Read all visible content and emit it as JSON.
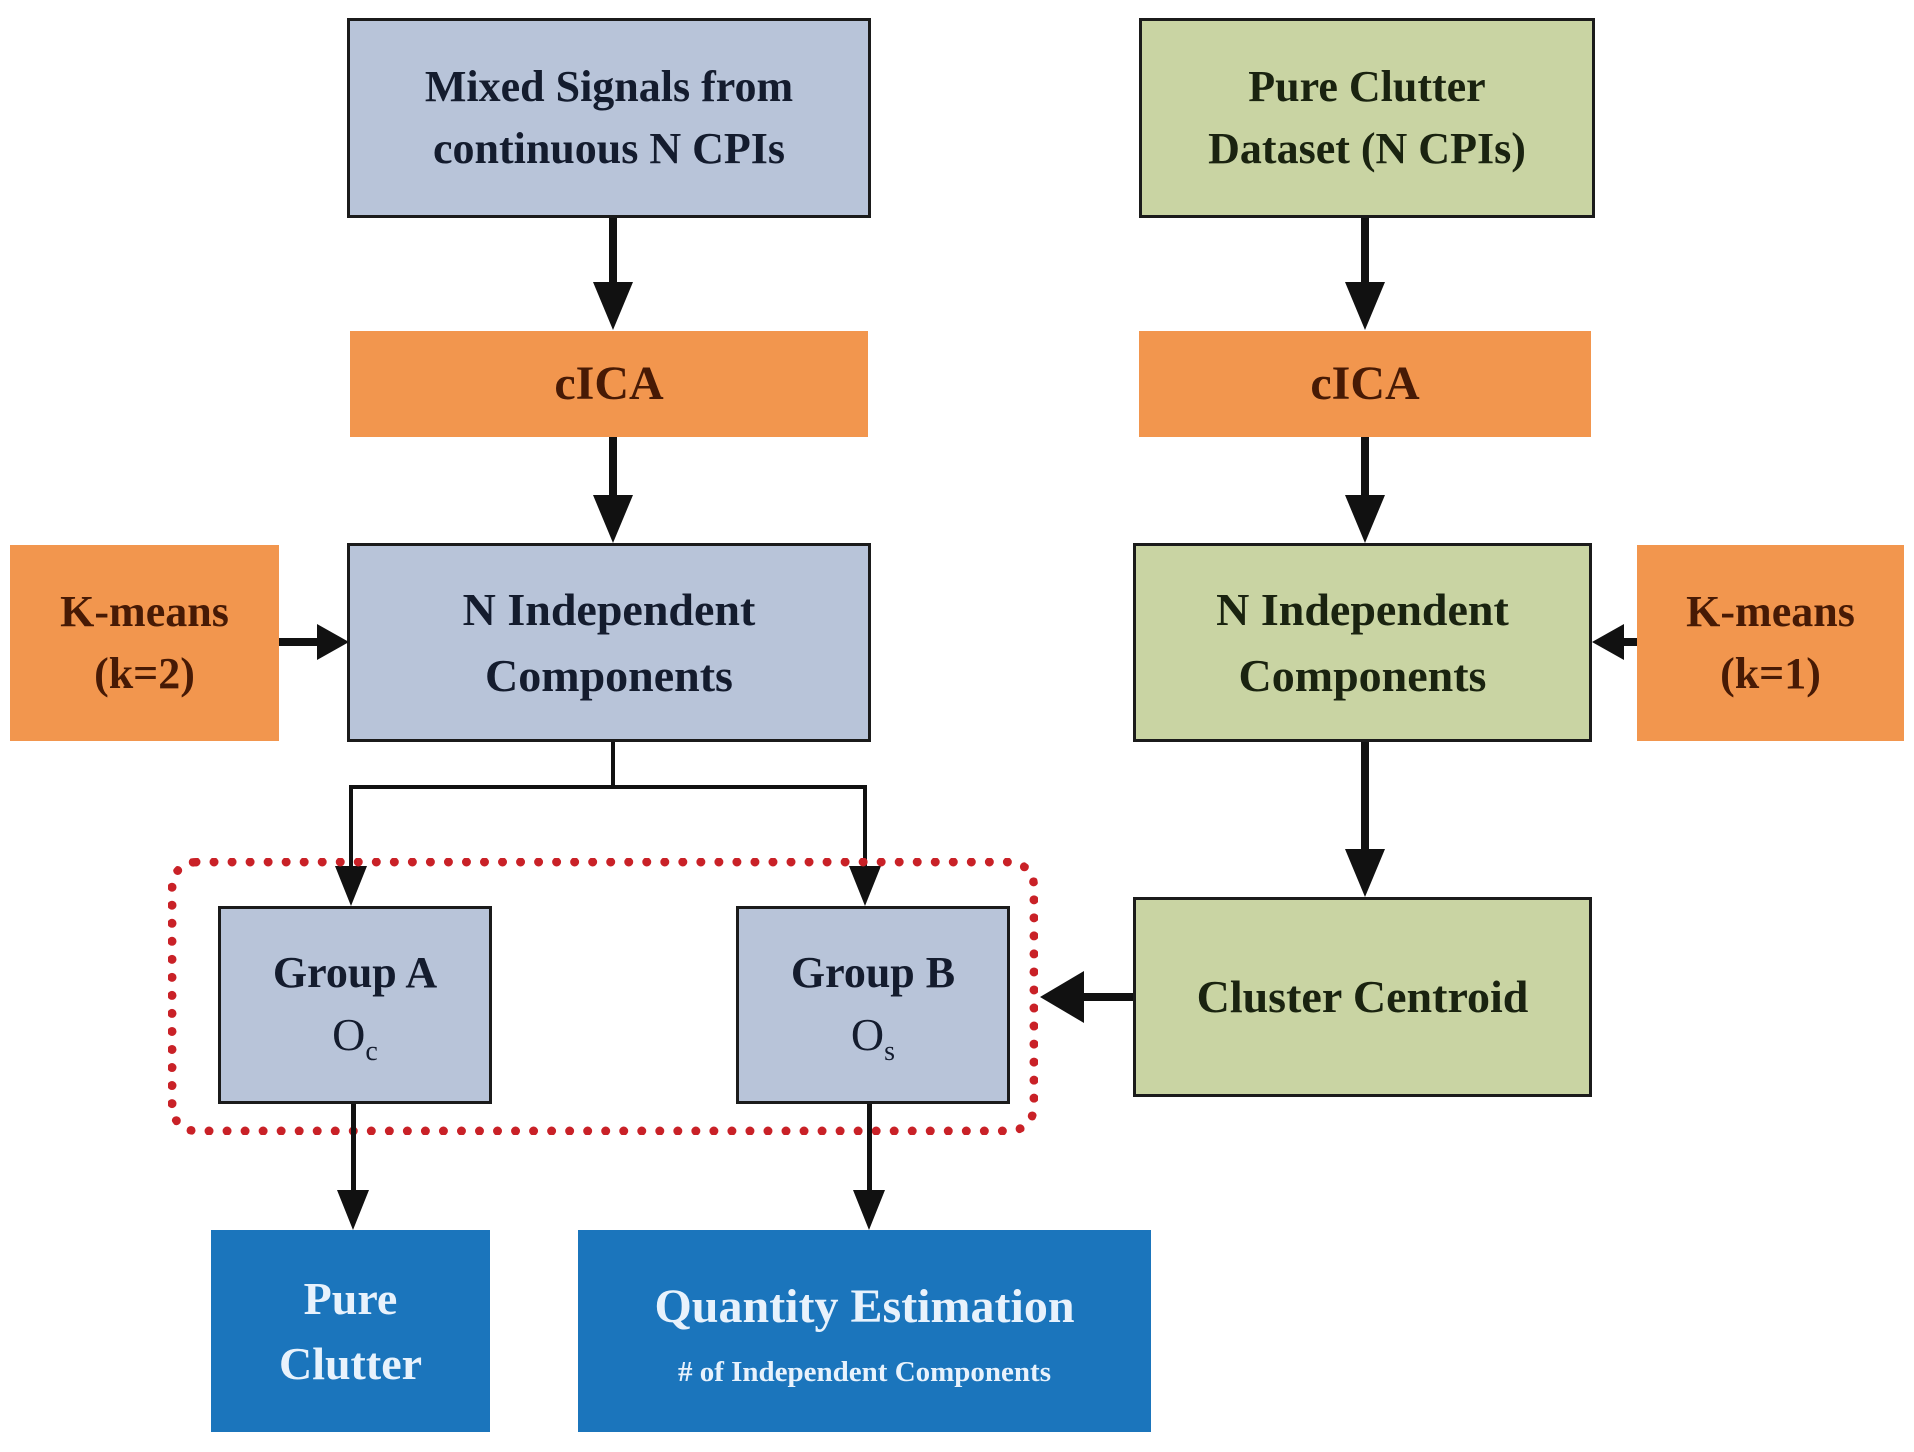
{
  "figure": {
    "type": "flowchart",
    "description": "cICA-based clutter separation processing pipeline"
  },
  "colors": {
    "steel_fill": "#b8c4d9",
    "green_fill": "#c9d4a3",
    "orange_fill": "#f2964e",
    "navy_fill": "#1b75bc",
    "dashed_red": "#c92127",
    "border": "#1b1b1b",
    "arrow": "#111111"
  },
  "nodes": {
    "mixed_signals": {
      "line1": "Mixed Signals from",
      "line2": "continuous N CPIs"
    },
    "pure_clutter_dataset": {
      "line1": "Pure Clutter",
      "line2": "Dataset (N CPIs)"
    },
    "cica_left": {
      "label": "cICA"
    },
    "cica_right": {
      "label": "cICA"
    },
    "kmeans_left": {
      "line1": "K-means",
      "line2": "(k=2)"
    },
    "kmeans_right": {
      "line1": "K-means",
      "line2": "(k=1)"
    },
    "n_ic_left": {
      "line1": "N Independent",
      "line2": "Components"
    },
    "n_ic_right": {
      "line1": "N Independent",
      "line2": "Components"
    },
    "group_a": {
      "title": "Group A",
      "symbol_base": "O",
      "symbol_sub": "c"
    },
    "group_b": {
      "title": "Group B",
      "symbol_base": "O",
      "symbol_sub": "s"
    },
    "cluster_centroid": {
      "label": "Cluster Centroid"
    },
    "pure_clutter_output": {
      "line1": "Pure",
      "line2": "Clutter"
    },
    "quantity_estimation": {
      "title": "Quantity Estimation",
      "subtitle": "# of Independent Components"
    }
  }
}
